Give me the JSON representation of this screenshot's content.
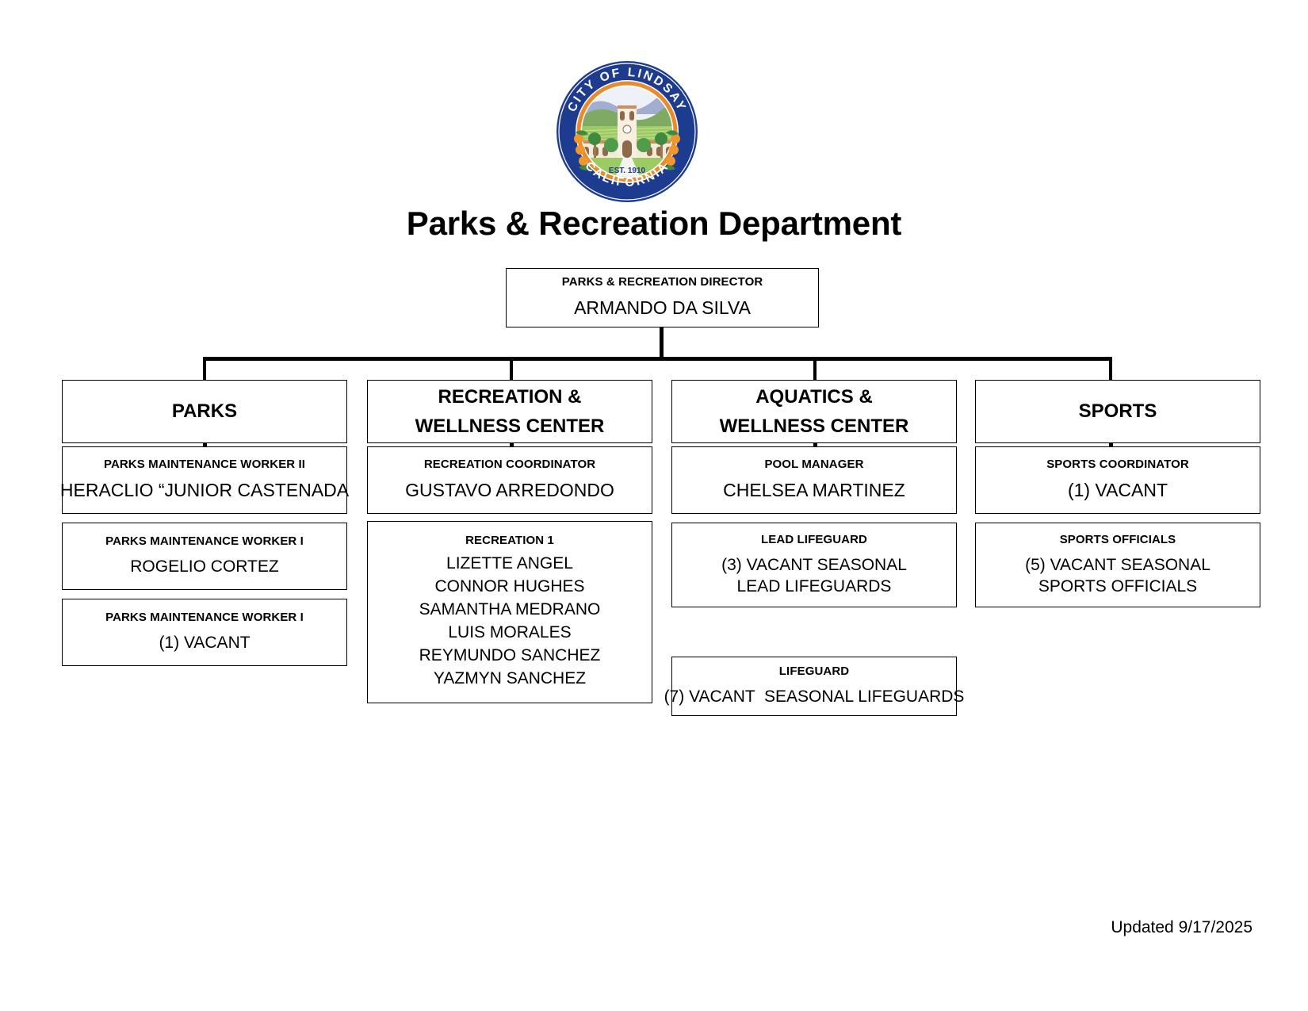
{
  "document": {
    "title": "Parks & Recreation Department",
    "footer_updated": "Updated 9/17/2025"
  },
  "seal": {
    "icon": "city-of-lindsay-seal",
    "top_text": "CITY OF LINDSAY",
    "bottom_text": "CALIFORNIA",
    "established": "EST. 1910",
    "colors": {
      "ring": "#1d3c8f",
      "ring_text": "#ffffff",
      "inner_ring": "#e88b2e",
      "sky": "#e8eef6",
      "hills_far": "#9aa7cf",
      "hills_near": "#7fa864",
      "grass": "#8cc152",
      "building": "#f6efe3",
      "citrus": "#f0962e"
    }
  },
  "chart": {
    "type": "org-chart",
    "root": {
      "role": "PARKS & RECREATION DIRECTOR",
      "person": "ARMANDO DA SILVA"
    },
    "divisions": [
      {
        "name": "PARKS",
        "lines": [
          "PARKS"
        ],
        "reports": [
          {
            "role": "PARKS MAINTENANCE WORKER II",
            "person": "HERACLIO “JUNIOR CASTENADA"
          },
          {
            "role": "PARKS MAINTENANCE WORKER I",
            "person": "ROGELIO CORTEZ"
          },
          {
            "role": "PARKS MAINTENANCE WORKER I",
            "person": "(1) VACANT"
          }
        ]
      },
      {
        "name": "RECREATION & WELLNESS CENTER",
        "lines": [
          "RECREATION &",
          "WELLNESS CENTER"
        ],
        "reports": [
          {
            "role": "RECREATION COORDINATOR",
            "person": "GUSTAVO ARREDONDO"
          },
          {
            "role": "RECREATION 1",
            "names": [
              "LIZETTE ANGEL",
              "CONNOR HUGHES",
              "SAMANTHA MEDRANO",
              "LUIS MORALES",
              "REYMUNDO SANCHEZ",
              "YAZMYN SANCHEZ"
            ]
          }
        ]
      },
      {
        "name": "AQUATICS & WELLNESS CENTER",
        "lines": [
          "AQUATICS &",
          "WELLNESS CENTER"
        ],
        "reports": [
          {
            "role": "POOL MANAGER",
            "person": "CHELSEA MARTINEZ"
          },
          {
            "role": "LEAD LIFEGUARD",
            "person": "(3) VACANT SEASONAL\nLEAD LIFEGUARDS"
          },
          {
            "role": "LIFEGUARD",
            "person": "(7) VACANT  SEASONAL LIFEGUARDS"
          }
        ]
      },
      {
        "name": "SPORTS",
        "lines": [
          "SPORTS"
        ],
        "reports": [
          {
            "role": "SPORTS COORDINATOR",
            "person": "(1) VACANT"
          },
          {
            "role": "SPORTS OFFICIALS",
            "person": "(5) VACANT SEASONAL\nSPORTS OFFICIALS"
          }
        ]
      }
    ]
  }
}
